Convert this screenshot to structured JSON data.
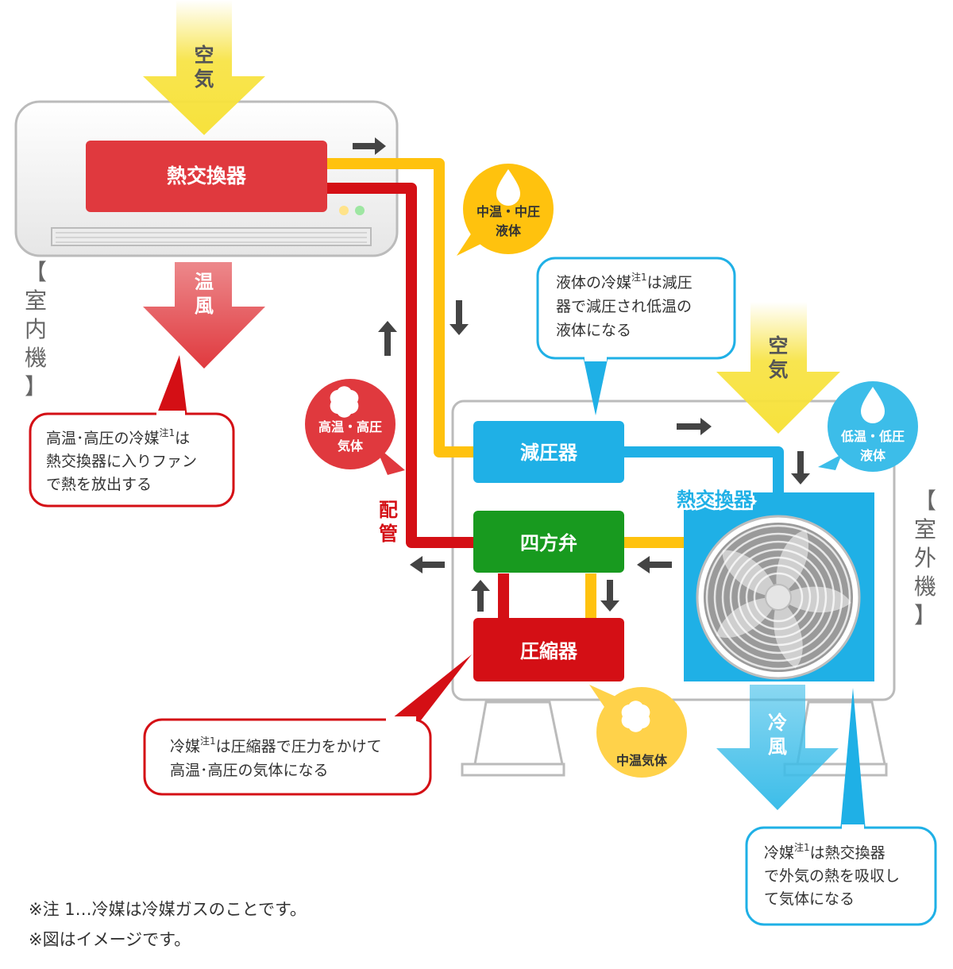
{
  "colors": {
    "red": "#d40f15",
    "indoor_hx_red": "#e0393e",
    "yellow_pipe": "#ffc20e",
    "blue": "#1fb0e6",
    "green": "#189a1f",
    "warm_arrow": "#e0393e",
    "cool_arrow": "#3cbde9",
    "air_yellow": "#f7e23c",
    "gray_text": "#666666",
    "arrow_dark": "#444444"
  },
  "labels": {
    "indoor_air": "空\n気",
    "outdoor_air": "空\n気",
    "indoor_hx": "熱交換器",
    "warm_wind": "温\n風",
    "indoor_unit": "【室内機】",
    "outdoor_unit": "【室外機】",
    "pipe": "配\n管",
    "expansion": "減圧器",
    "four_way": "四方弁",
    "compressor": "圧縮器",
    "outdoor_hx": "熱交換器",
    "cold_wind": "冷\n風"
  },
  "badges": {
    "mid_liquid": "中温・中圧\n液体",
    "high_gas": "高温・高圧\n気体",
    "low_liquid": "低温・低圧\n液体",
    "mid_gas": "中温気体"
  },
  "callouts": {
    "indoor": [
      "高温･高圧の冷媒^注1は",
      "熱交換器に入りファン",
      "で熱を放出する"
    ],
    "expansion": [
      "液体の冷媒^注1は減圧",
      "器で減圧され低温の",
      "液体になる"
    ],
    "compressor": [
      "冷媒^注1は圧縮器で圧力をかけて",
      "高温･高圧の気体になる"
    ],
    "outdoor_hx": [
      "冷媒^注1は熱交換器",
      "で外気の熱を吸収し",
      "て気体になる"
    ]
  },
  "notes": [
    "※注 1…冷媒は冷媒ガスのことです。",
    "※図はイメージです。"
  ],
  "icons": [
    "flow-arrow-icon",
    "droplet-icon",
    "cloud-icon",
    "fan-icon"
  ]
}
